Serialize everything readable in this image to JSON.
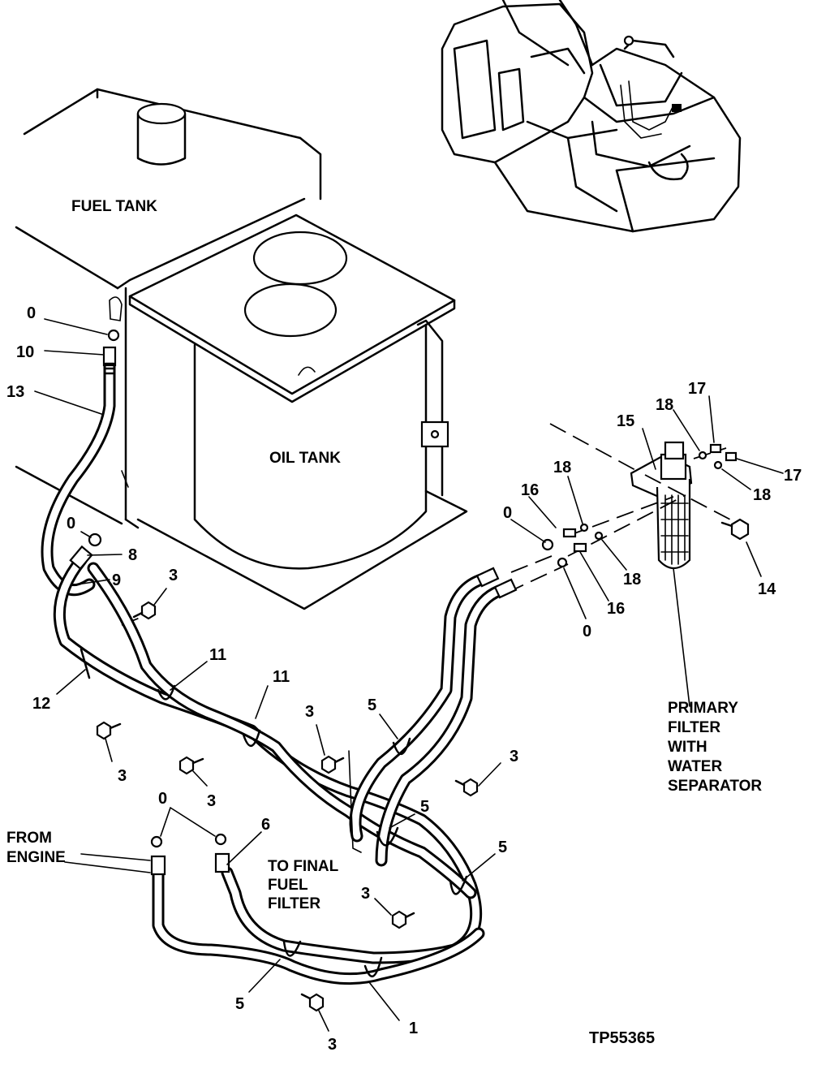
{
  "labels": {
    "fuel_tank": "FUEL TANK",
    "oil_tank": "OIL TANK",
    "from_engine": [
      "FROM",
      "ENGINE"
    ],
    "to_final_fuel_filter": [
      "TO FINAL",
      "FUEL",
      "FILTER"
    ],
    "primary_filter": [
      "PRIMARY",
      "FILTER",
      "WITH",
      "WATER",
      "SEPARATOR"
    ],
    "figure_code": "TP55365"
  },
  "callouts": [
    {
      "id": "c0a",
      "text": "0"
    },
    {
      "id": "c10",
      "text": "10"
    },
    {
      "id": "c13",
      "text": "13"
    },
    {
      "id": "c0b",
      "text": "0"
    },
    {
      "id": "c8",
      "text": "8"
    },
    {
      "id": "c9",
      "text": "9"
    },
    {
      "id": "c3a",
      "text": "3"
    },
    {
      "id": "c12",
      "text": "12"
    },
    {
      "id": "c11a",
      "text": "11"
    },
    {
      "id": "c11b",
      "text": "11"
    },
    {
      "id": "c3b",
      "text": "3"
    },
    {
      "id": "c3c",
      "text": "3"
    },
    {
      "id": "c3d",
      "text": "3"
    },
    {
      "id": "c5a",
      "text": "5"
    },
    {
      "id": "c3e",
      "text": "3"
    },
    {
      "id": "c5b",
      "text": "5"
    },
    {
      "id": "c0c",
      "text": "0"
    },
    {
      "id": "c6",
      "text": "6"
    },
    {
      "id": "c5c",
      "text": "5"
    },
    {
      "id": "c3f",
      "text": "3"
    },
    {
      "id": "c5d",
      "text": "5"
    },
    {
      "id": "c3g",
      "text": "3"
    },
    {
      "id": "c1",
      "text": "1"
    },
    {
      "id": "c15",
      "text": "15"
    },
    {
      "id": "c18a",
      "text": "18"
    },
    {
      "id": "c17a",
      "text": "17"
    },
    {
      "id": "c17b",
      "text": "17"
    },
    {
      "id": "c18b",
      "text": "18"
    },
    {
      "id": "c18c",
      "text": "18"
    },
    {
      "id": "c16a",
      "text": "16"
    },
    {
      "id": "c0d",
      "text": "0"
    },
    {
      "id": "c18d",
      "text": "18"
    },
    {
      "id": "c16b",
      "text": "16"
    },
    {
      "id": "c0e",
      "text": "0"
    },
    {
      "id": "c14",
      "text": "14"
    }
  ]
}
